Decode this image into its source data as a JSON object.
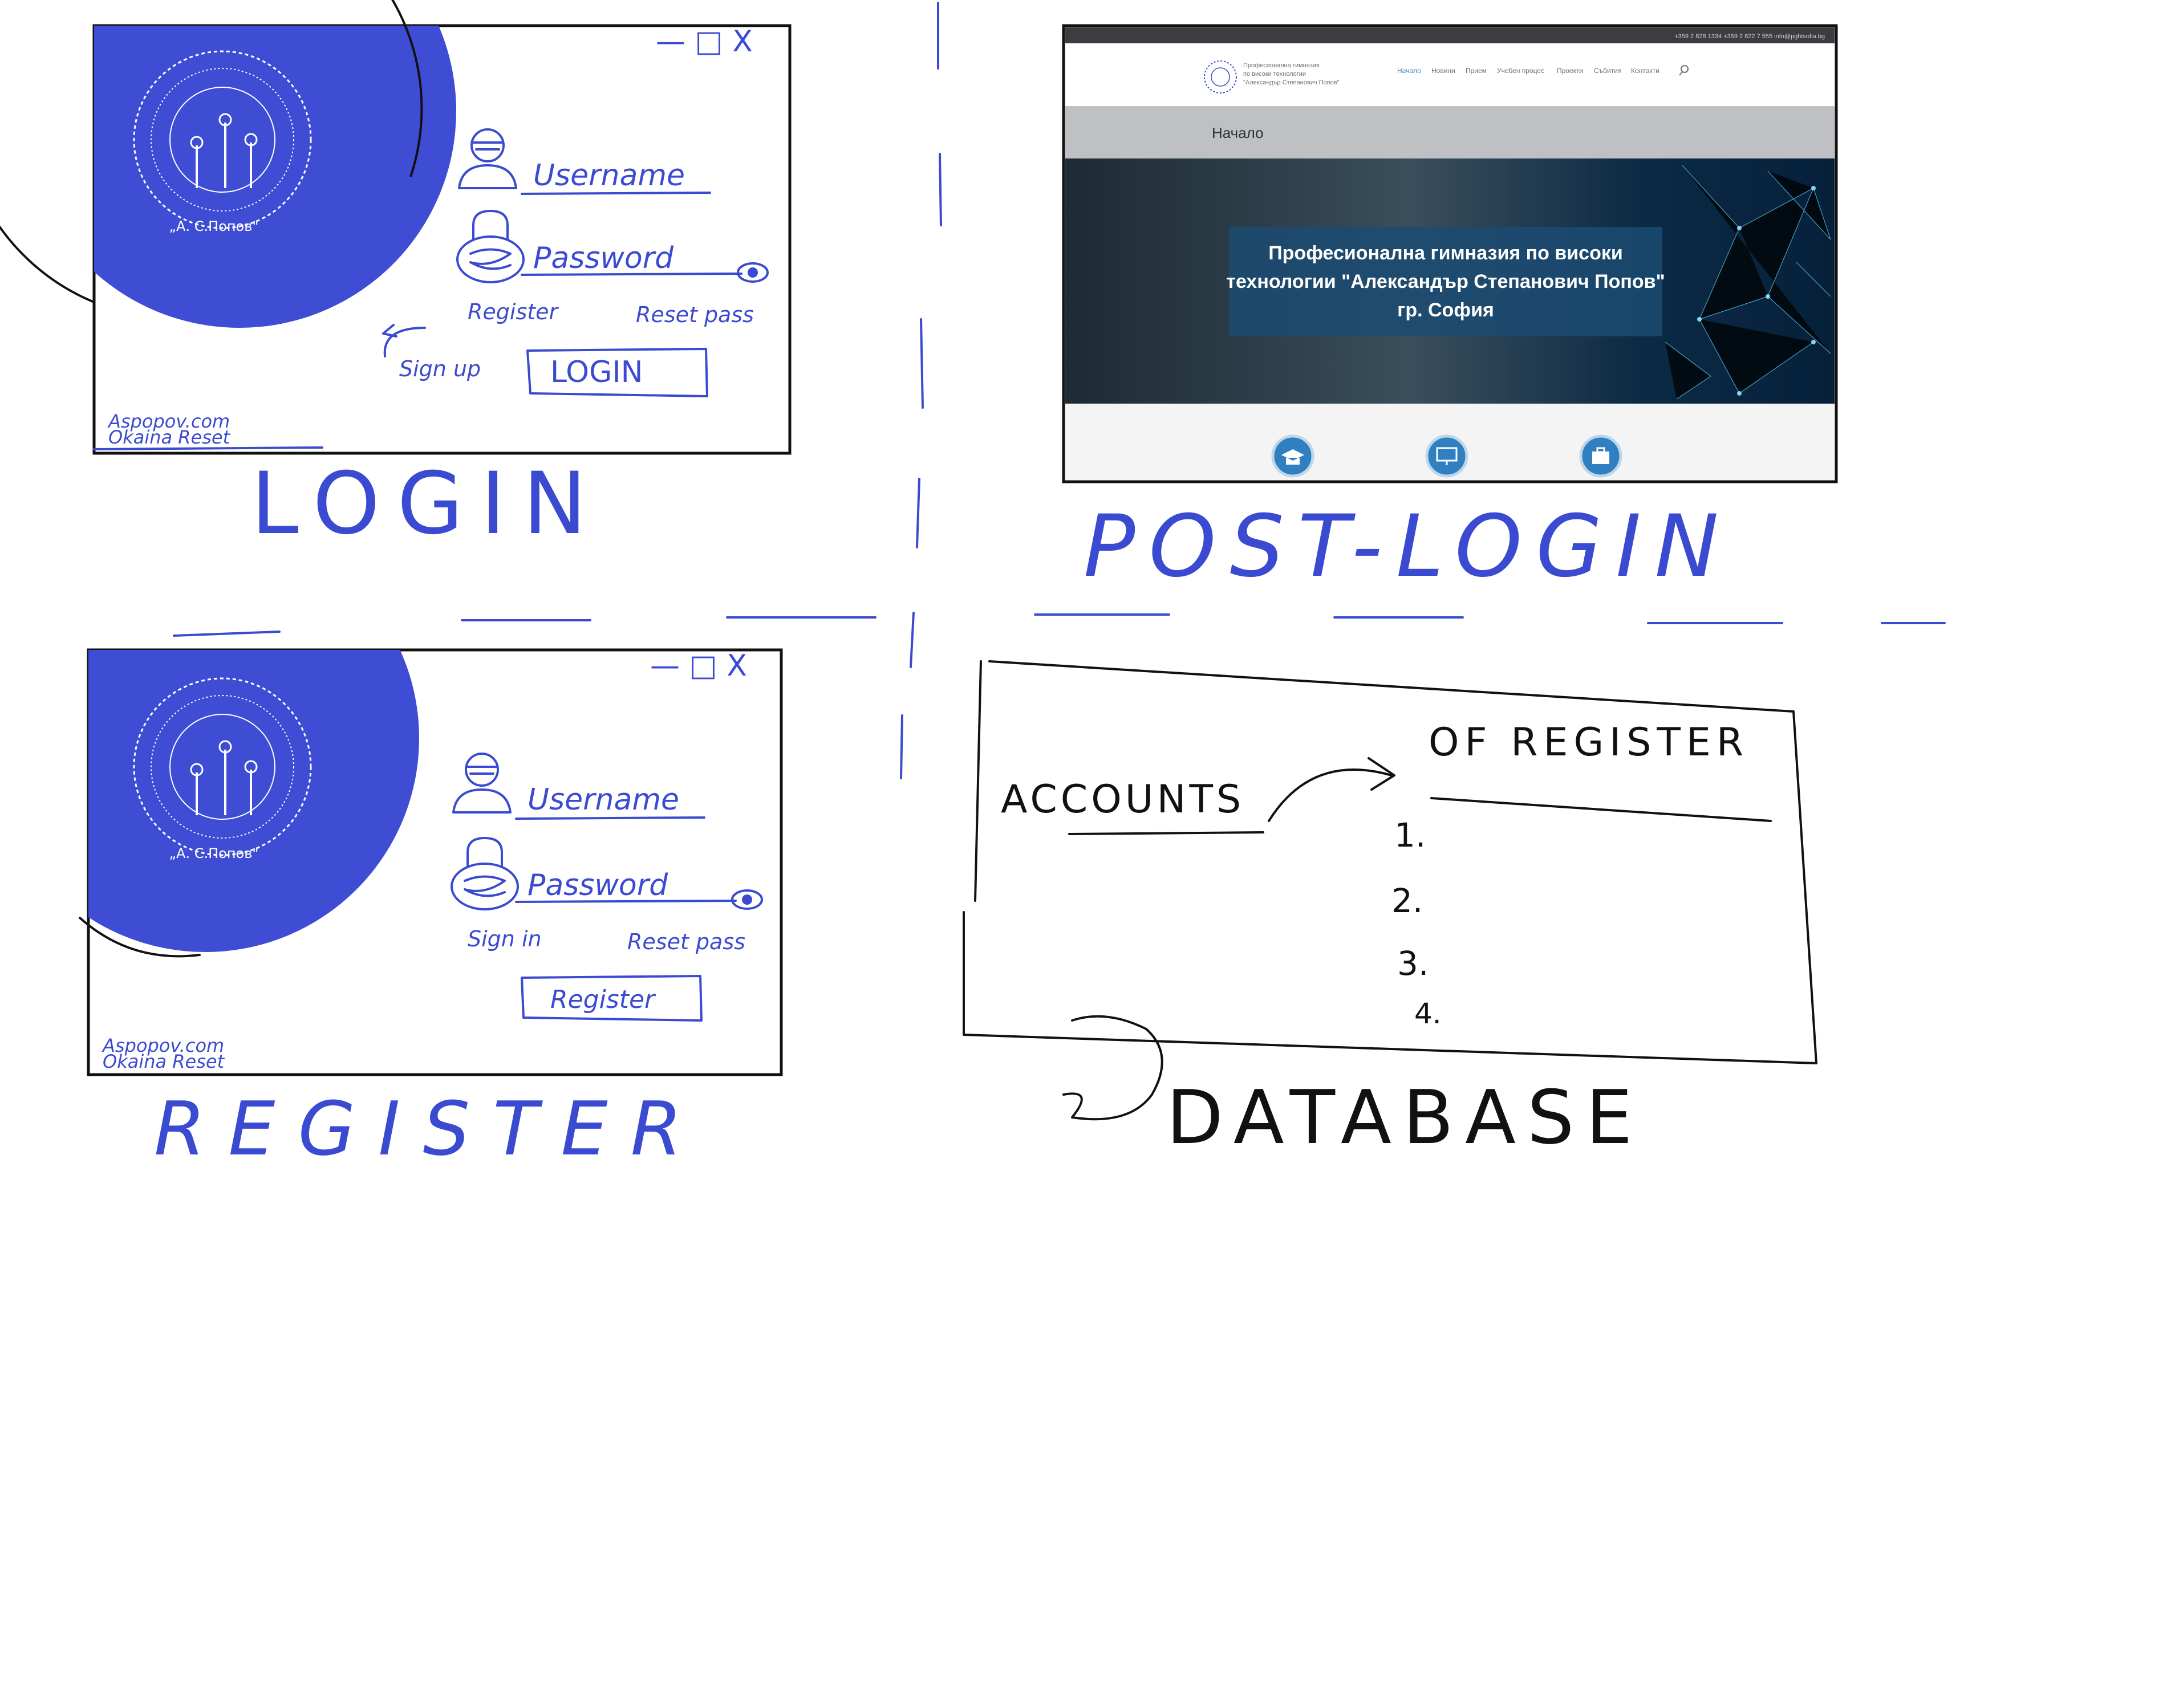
{
  "sketch": {
    "colors": {
      "ink": "#3b4bd1",
      "panel": "#3f4dd4",
      "frame": "#111111"
    },
    "login_panel": {
      "logo_caption": "„А. С.Попов\"",
      "username_label": "Username",
      "password_label": "Password",
      "register_link": "Register",
      "reset_link": "Reset pass",
      "signup_link": "Sign up",
      "button": "LOGIN",
      "footer_line1": "Aspopov.com",
      "footer_line2": "Okaina Reset",
      "window_controls": "— □ X",
      "icons": [
        "user-icon",
        "lock-icon",
        "eye-icon",
        "arrow-icon"
      ]
    },
    "login_caption": "LOGIN",
    "post_login_caption": "POST-LOGIN",
    "register_panel": {
      "logo_caption": "„А. С.Попов\"",
      "username_label": "Username",
      "password_label": "Password",
      "signin_link": "Sign in",
      "reset_link": "Reset pass",
      "button": "Register",
      "footer_line1": "Aspopov.com",
      "footer_line2": "Okaina Reset",
      "window_controls": "— □ X",
      "icons": [
        "user-icon",
        "lock-icon",
        "eye-icon"
      ]
    },
    "register_caption": "REGISTER",
    "website": {
      "topbar": "+359 2 828 1334   +359 2 822 7 555    info@pghtsofia.bg",
      "school_name_line1": "Професионална гимназия",
      "school_name_line2": "по високи технологии",
      "school_name_line3": "\"Александър Степанович Попов\"",
      "nav": [
        "Начало",
        "Новини",
        "Прием",
        "Учебен процес",
        "Проекти",
        "Събития",
        "Контакти"
      ],
      "search_icon": "search-icon",
      "breadcrumb": "Начало",
      "hero_line1": "Професионална гимназия по високи",
      "hero_line2": "технологии \"Александър Степанович Попов\"",
      "hero_line3": "гр. София",
      "feature_icons": [
        "graduation-cap-icon",
        "monitor-icon",
        "briefcase-icon"
      ]
    },
    "database": {
      "left_label": "ACCOUNTS",
      "right_label": "OF REGISTER",
      "rows": [
        "1.",
        "2.",
        "3.",
        "4."
      ],
      "caption": "DATABASE"
    }
  }
}
